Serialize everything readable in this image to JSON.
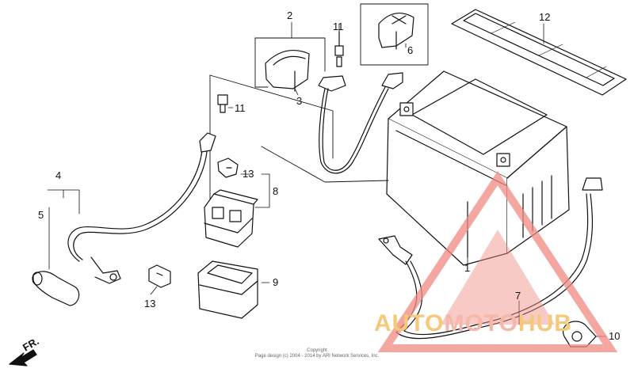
{
  "callouts": {
    "c1": "1",
    "c2": "2",
    "c3": "3",
    "c4": "4",
    "c5": "5",
    "c6": "6",
    "c7": "7",
    "c8": "8",
    "c9": "9",
    "c10": "10",
    "c11a": "11",
    "c11b": "11",
    "c12": "12",
    "c13a": "13",
    "c13b": "13"
  },
  "direction_label": "FR.",
  "copyright": {
    "line1": "Copyright",
    "line2": "Page design (c) 2004 - 2014 by ARI Network Services, Inc."
  },
  "watermark": {
    "part1": "AUTO",
    "part2": "MOTO",
    "part3": "HUB",
    "color_a": "#f5b7a8",
    "color_b": "#f6d08a",
    "triangle_color": "#f08a80"
  }
}
